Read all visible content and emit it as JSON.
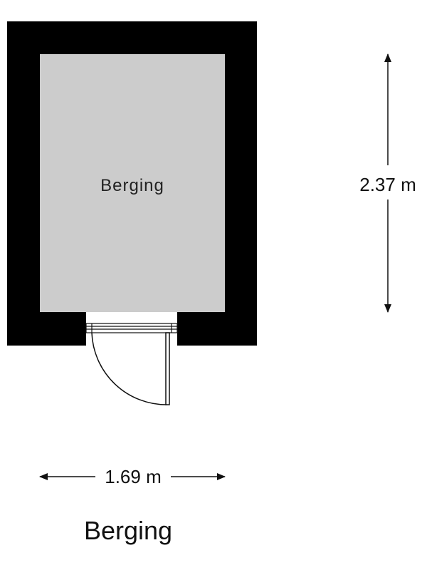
{
  "room": {
    "label": "Berging"
  },
  "dimensions": {
    "height": "2.37 m",
    "width": "1.69 m"
  },
  "caption": "Berging",
  "colors": {
    "wall": "#000000",
    "floor": "#cccccc",
    "background": "#ffffff",
    "lines": "#111111"
  }
}
